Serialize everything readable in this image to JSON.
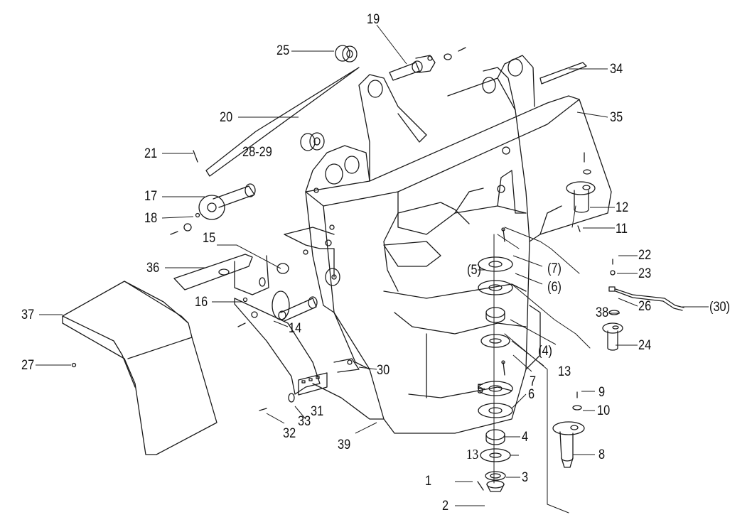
{
  "diagram": {
    "labels": {
      "p1": "1",
      "p2": "2",
      "p3": "3",
      "p4": "4",
      "p5": "5",
      "p6": "6",
      "p7": "7",
      "p8": "8",
      "p9": "9",
      "p10": "10",
      "p11": "11",
      "p12": "12",
      "p13a": "13",
      "p13b": "13",
      "p14": "14",
      "p15": "15",
      "p16": "16",
      "p17": "17",
      "p18": "18",
      "p19": "19",
      "p20": "20",
      "p21": "21",
      "p22": "22",
      "p23": "23",
      "p24": "24",
      "p25": "25",
      "p26": "26",
      "p27": "27",
      "p2829": "28-29",
      "p30": "30",
      "p30p": "(30)",
      "p31": "31",
      "p32": "32",
      "p33": "33",
      "p34": "34",
      "p35": "35",
      "p36": "36",
      "p37": "37",
      "p38": "38",
      "p39": "39",
      "p4p": "(4)",
      "p5p": "(5)",
      "p6p": "(6)",
      "p7p": "(7)"
    },
    "colors": {
      "line": "#1a1a1a",
      "background": "#ffffff"
    }
  }
}
